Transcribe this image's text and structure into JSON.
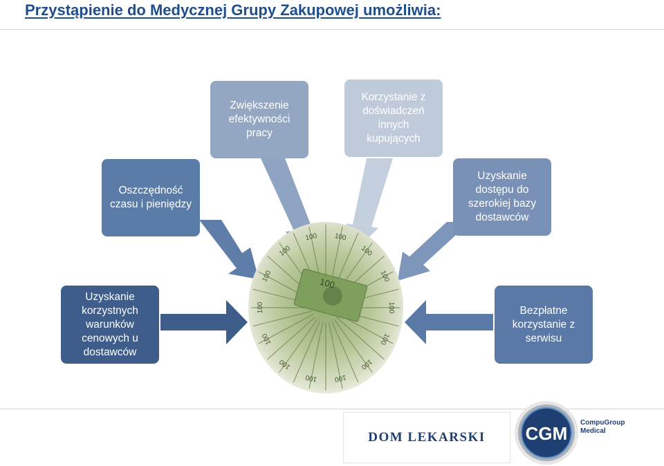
{
  "title": "Przystąpienie do Medycznej Grupy Zakupowej umożliwia:",
  "colors": {
    "title": "#1F4E8C",
    "box_dark": "#3E5D8A",
    "box_mid": "#5C7CA8",
    "box_light": "#93A7C2",
    "box_lightest": "#BFCBDB"
  },
  "benefits": [
    {
      "id": "efektywnosc",
      "label": "Zwiększenie\nefektywności\npracy"
    },
    {
      "id": "doswiadczenia",
      "label": "Korzystanie z\ndoświadczeń\ninnych\nkupujących"
    },
    {
      "id": "oszczednosc",
      "label": "Oszczędność\nczasu i pieniędzy"
    },
    {
      "id": "dostawcy",
      "label": "Uzyskanie\ndostępu do\nszerokiej bazy\ndostawców"
    },
    {
      "id": "warunki",
      "label": "Uzyskanie\nkorzystnych\nwarunków\ncenowych u\ndostawców"
    },
    {
      "id": "serwis",
      "label": "Bezpłatne\nkorzystanie z\nserwisu"
    }
  ],
  "center_image": "banknoty-100-zl",
  "banknote_label": "100",
  "logos": {
    "dom_lekarski": "DOM LEKARSKI",
    "cgm_short": "CGM",
    "cgm_name": "CompuGroup\nMedical"
  }
}
